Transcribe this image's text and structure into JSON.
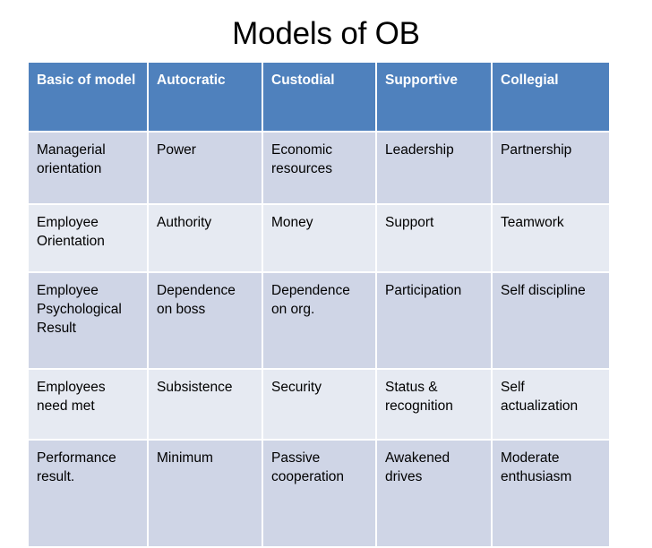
{
  "slide": {
    "title": "Models of OB",
    "background_color": "#FFFFFF"
  },
  "colors": {
    "header_fill": "#4F81BD",
    "header_text": "#FFFFFF",
    "row_band_dark": "#CFD5E6",
    "row_band_light": "#E6EAF2",
    "gridline": "#FFFFFF",
    "body_text": "#000000"
  },
  "table": {
    "columns": [
      "Basic of model",
      "Autocratic",
      "Custodial",
      "Supportive",
      "Collegial"
    ],
    "rows": [
      {
        "label": "Managerial orientation",
        "cells": [
          "Managerial orientation",
          "Power",
          "Economic resources",
          "Leadership",
          "Partnership"
        ]
      },
      {
        "label": "Employee Orientation",
        "cells": [
          "Employee Orientation",
          "Authority",
          "Money",
          "Support",
          "Teamwork"
        ]
      },
      {
        "label": "Employee Psychological Result",
        "cells": [
          "Employee Psychological Result",
          "Dependence on boss",
          "Dependence on org.",
          "Participation",
          "Self discipline"
        ]
      },
      {
        "label": "Employees need met",
        "cells": [
          "Employees need met",
          "Subsistence",
          "Security",
          "Status & recognition",
          "Self actualization"
        ]
      },
      {
        "label": "Performance result.",
        "cells": [
          "Performance result.",
          "Minimum",
          "Passive cooperation",
          "Awakened drives",
          "Moderate enthusiasm"
        ]
      }
    ]
  }
}
